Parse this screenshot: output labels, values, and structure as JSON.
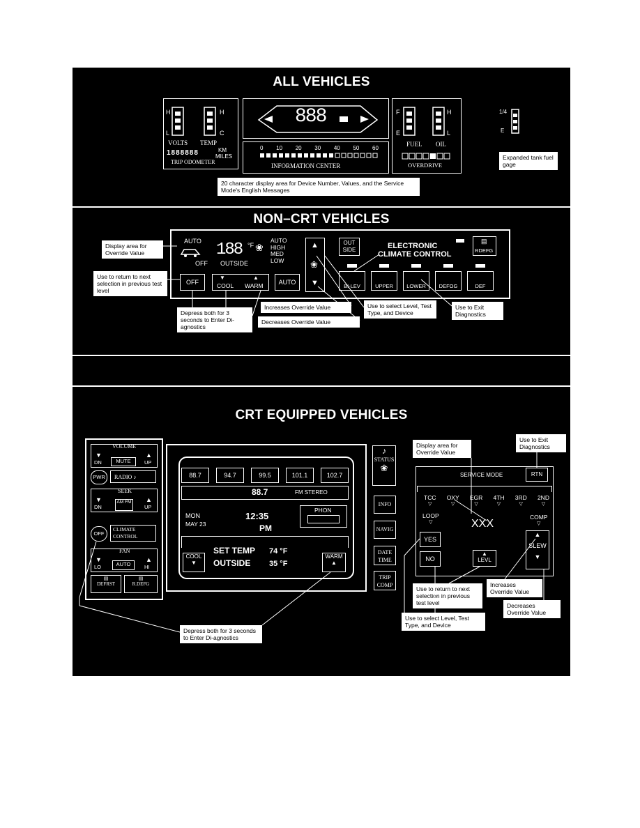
{
  "sections": {
    "all": "ALL VEHICLES",
    "non_crt": "NON–CRT VEHICLES",
    "crt": "CRT EQUIPPED VEHICLES"
  },
  "all_vehicles": {
    "gauges_left": {
      "volts": "VOLTS",
      "temp": "TEMP",
      "odometer_digits": "1888888",
      "km": "KM",
      "miles": "MILES",
      "trip_odometer": "TRIP ODOMETER",
      "h": "H",
      "l": "L",
      "c": "C"
    },
    "speedo": {
      "digits": "888"
    },
    "info_center": {
      "scale": [
        "0",
        "10",
        "20",
        "30",
        "40",
        "50",
        "60"
      ],
      "label": "INFORMATION  CENTER"
    },
    "gauges_right": {
      "fuel": "FUEL",
      "oil": "OIL",
      "overdrive": "OVERDRIVE",
      "f": "F",
      "e": "E",
      "h": "H",
      "l": "L"
    },
    "expanded_gage": {
      "quarter": "1/4",
      "e": "E",
      "label": "Expanded tank fuel gage"
    },
    "callout_display": "20 character display area for Device Number, Values, and the Service Mode's English Messages"
  },
  "non_crt": {
    "panel": {
      "auto": "AUTO",
      "off": "OFF",
      "digits": "188",
      "deg": "°F",
      "outside": "OUTSIDE",
      "fan_levels": [
        "AUTO",
        "HIGH",
        "MED",
        "LOW"
      ],
      "out_side": "OUT SIDE",
      "electronic": "ELECTRONIC",
      "climate_control": "CLIMATE CONTROL",
      "rdefg": "RDEFG",
      "off_btn": "OFF",
      "cool": "COOL",
      "warm": "WARM",
      "auto_btn": "AUTO",
      "modes": [
        "BI-LEV",
        "UPPER",
        "LOWER",
        "DEFOG",
        "DEF"
      ]
    },
    "callouts": {
      "display_area": "Display area for Override Value",
      "use_return": "Use to return to next selection in previous test level",
      "depress_both": "Depress both for 3 seconds to Enter Di-agnostics",
      "increases": "Increases Override Value",
      "decreases": "Decreases Override Value",
      "use_select": "Use to select Level, Test Type, and Device",
      "use_exit": "Use to Exit Diagnostics"
    }
  },
  "crt": {
    "left_panel": {
      "volume": "VOLUME",
      "dn": "DN",
      "mute": "MUTE",
      "up": "UP",
      "pwr": "PWR",
      "radio": "RADIO",
      "seek": "SEEK",
      "am_fm": "AM FM",
      "off": "OFF",
      "climate": "CLIMATE",
      "control": "CONTROL",
      "fan": "FAN",
      "lo": "LO",
      "auto": "AUTO",
      "hi": "HI",
      "defrst": "DEFRST",
      "rdefg": "R.DEFG"
    },
    "screen": {
      "presets": [
        "88.7",
        "94.7",
        "99.5",
        "101.1",
        "102.7"
      ],
      "station": "88.7",
      "fm_stereo": "FM STEREO",
      "day": "MON",
      "date": "MAY 23",
      "time": "12:35",
      "ampm": "PM",
      "phon": "PHON",
      "cool": "COOL",
      "set_temp": "SET TEMP",
      "set_temp_val": "74 °F",
      "outside": "OUTSIDE",
      "outside_val": "35 °F",
      "warm": "WARM"
    },
    "right_buttons": [
      "STATUS",
      "INFO",
      "NAVIG",
      "DATE TIME",
      "TRIP COMP"
    ],
    "service": {
      "title": "SERVICE MODE",
      "rtn": "RTN",
      "items": [
        "TCC",
        "OXY",
        "EGR",
        "4TH",
        "3RD",
        "2ND"
      ],
      "loop": "LOOP",
      "comp": "COMP",
      "xxx": "XXX",
      "yes": "YES",
      "no": "NO",
      "levl": "LEVL",
      "slew": "SLEW"
    },
    "callouts": {
      "display_area": "Display area for Override Value",
      "use_exit": "Use to Exit Diagnostics",
      "use_return": "Use to return to next selection in previous test level",
      "increases": "Increases Override Value",
      "decreases": "Decreases Override Value",
      "use_select": "Use to select Level, Test Type, and Device",
      "depress_both": "Depress both for 3 seconds to Enter Di-agnostics"
    }
  },
  "colors": {
    "background": "#000000",
    "foreground": "#ffffff"
  }
}
